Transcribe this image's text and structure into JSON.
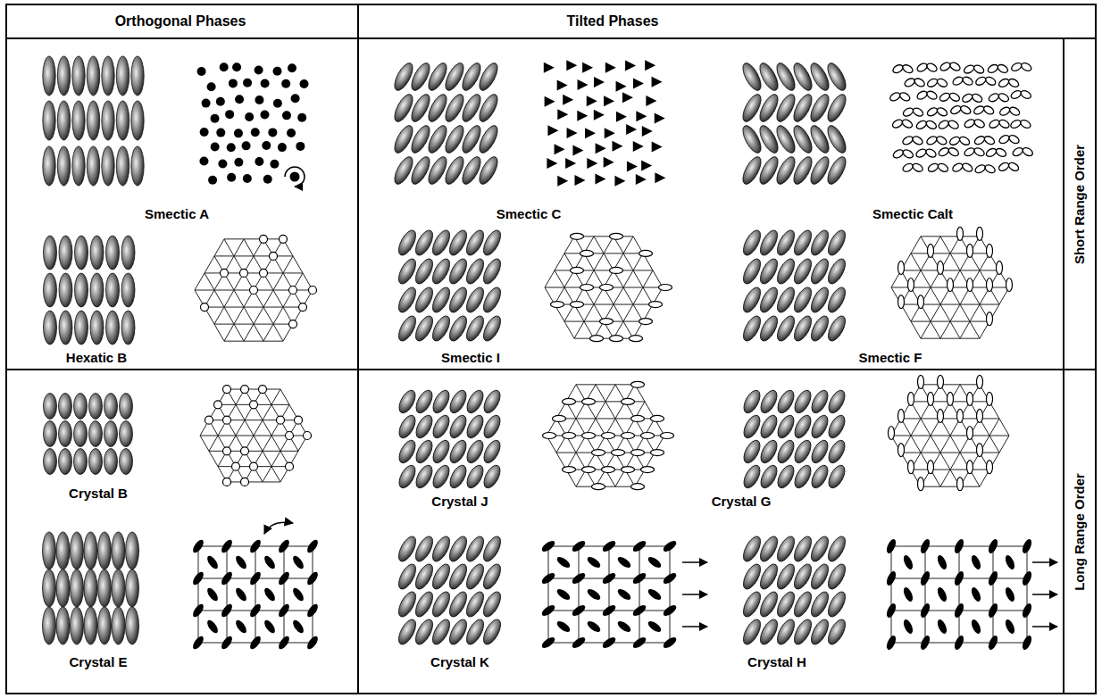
{
  "diagram": {
    "nodes": [
      {
        "text": [
          "Orthogonal Phases"
        ]
      },
      {
        "text": [
          "Tilted Phases"
        ]
      },
      {
        "text": [
          "Smectic A",
          "Hexatic B"
        ]
      },
      {
        "text": [
          "Smectic C",
          "Smectic Calt",
          "Smectic I",
          "Smectic F"
        ]
      },
      {
        "text": [
          "Short Range Order"
        ]
      },
      {
        "text": [
          "Crystal B",
          "Crystal E"
        ]
      },
      {
        "text": [
          "Crystal J",
          "Crystal G",
          "Crystal K",
          "Crystal H"
        ]
      },
      {
        "text": [
          "Long Range Order"
        ]
      }
    ]
  }
}
